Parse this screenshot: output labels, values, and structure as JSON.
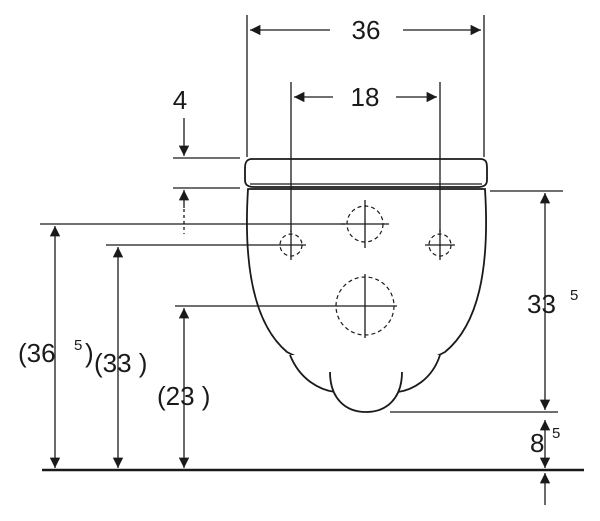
{
  "dimensions": {
    "width_total": "36",
    "hole_spacing": "18",
    "seat_thickness": "4",
    "height_total": {
      "main": "(36",
      "sup": "5",
      "close": ")"
    },
    "height_supply": "(33 )",
    "height_outlet": "(23 )",
    "depth_right": {
      "main": "33",
      "sup": "5"
    },
    "base_offset": {
      "main": "8",
      "sup": "5"
    }
  },
  "colors": {
    "ink": "#1a1a1a",
    "background": "#ffffff"
  }
}
